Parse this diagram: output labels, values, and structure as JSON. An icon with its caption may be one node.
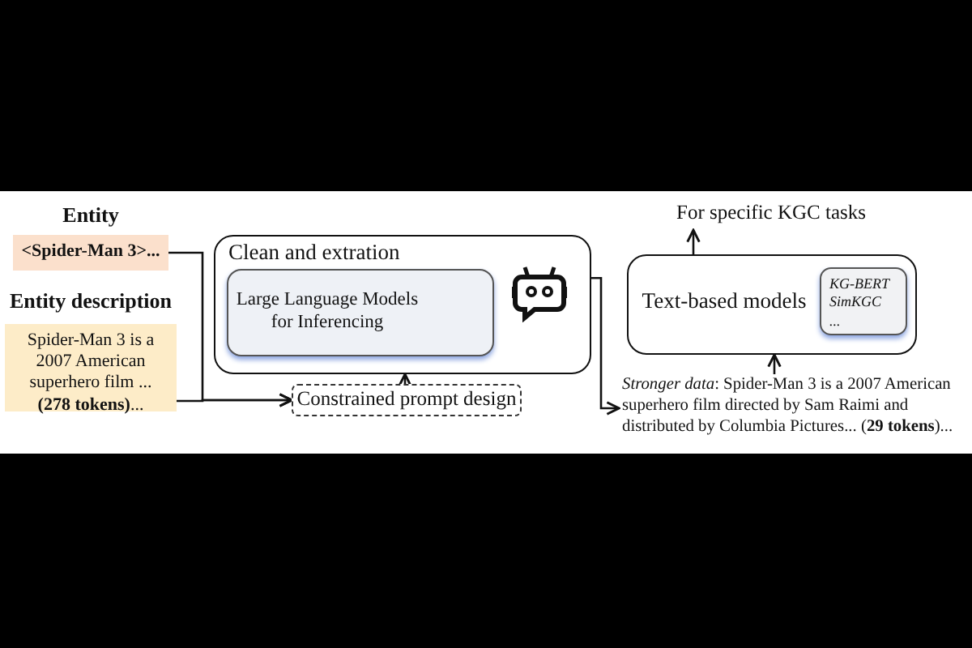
{
  "diagram": {
    "nodes": [
      {
        "text": [
          "Entity",
          "<Spider-Man 3>..."
        ]
      },
      {
        "text": [
          "Entity description",
          "Spider-Man 3 is a 2007 American superhero film ... **(278 tokens)**..."
        ]
      },
      {
        "text": [
          "Clean and extration"
        ]
      },
      {
        "text": [
          "Large Language Models for Inferencing"
        ],
        "in": 2
      },
      {
        "text": [
          "Constrained prompt design"
        ]
      },
      {
        "text": [
          "Text-based models"
        ]
      },
      {
        "text": [
          "KG-BERT",
          "SimKGC",
          "..."
        ],
        "in": 5
      },
      {
        "text": [
          "For specific KGC tasks"
        ]
      },
      {
        "text": [
          "*Stronger data*: Spider-Man 3 is a 2007 American superhero film directed by Sam Raimi and distributed by Columbia Pictures... (**29 tokens**)..."
        ]
      }
    ],
    "edges": [
      {
        "from": 0,
        "to": 4,
        "arrow": "to"
      },
      {
        "from": 1,
        "to": 4,
        "arrow": "to"
      },
      {
        "from": 4,
        "to": 2,
        "arrow": "to"
      },
      {
        "from": 2,
        "to": 8,
        "arrow": "to"
      },
      {
        "from": 8,
        "to": 5,
        "arrow": "to"
      },
      {
        "from": 5,
        "to": 7,
        "arrow": "to"
      }
    ]
  }
}
